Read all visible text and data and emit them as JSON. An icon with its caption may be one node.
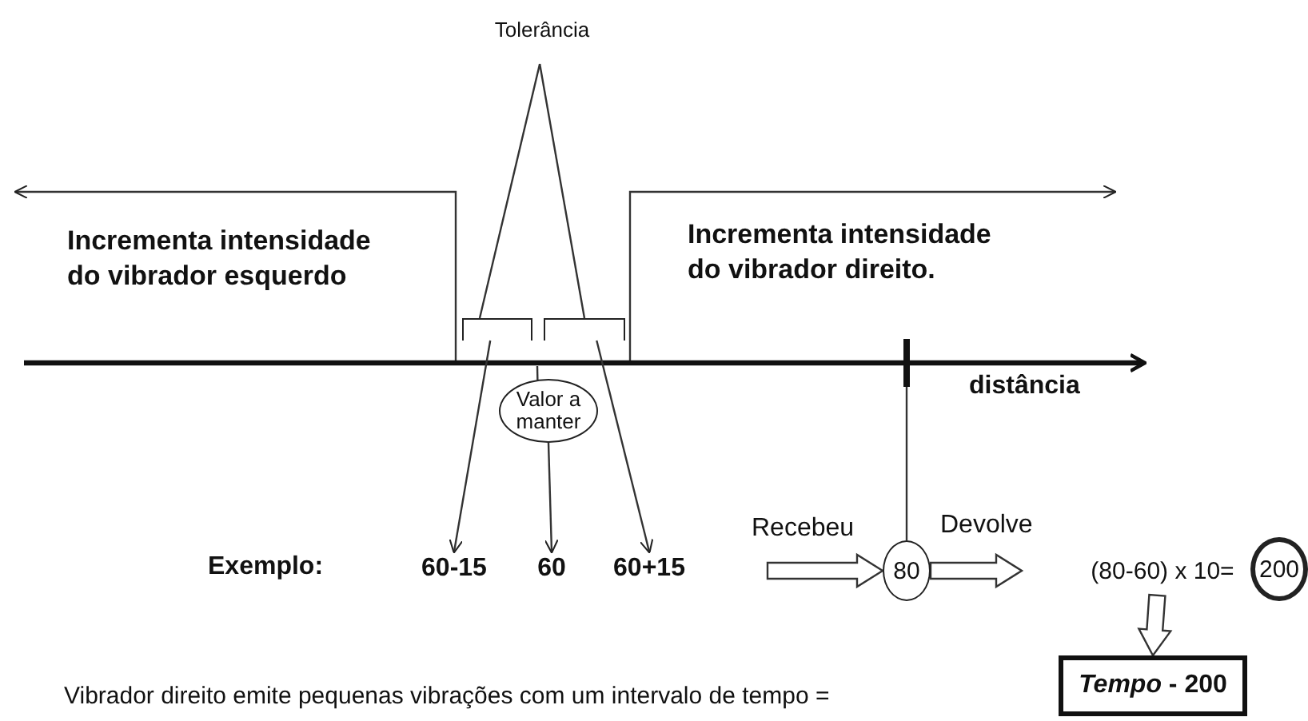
{
  "diagram": {
    "nodes": [
      {
        "text": [
          "Tolerância"
        ]
      },
      {
        "text": [],
        "shape": "bracket"
      },
      {
        "text": [],
        "shape": "bracket"
      },
      {
        "text": [
          "Valor a manter"
        ]
      },
      {
        "text": [
          "60-15"
        ]
      },
      {
        "text": [
          "60"
        ]
      },
      {
        "text": [
          "60+15"
        ]
      },
      {
        "text": [],
        "shape": "bar"
      },
      {
        "text": [
          "80"
        ]
      },
      {
        "text": [
          "(80-60) x 10="
        ]
      },
      {
        "text": [
          "200"
        ]
      },
      {
        "text": [
          "*Tempo* - 200"
        ]
      }
    ],
    "edges": [
      {
        "from": 0,
        "to": 1,
        "arrow": "none"
      },
      {
        "from": 0,
        "to": 2,
        "arrow": "none"
      },
      {
        "from": 1,
        "to": 4,
        "arrow": "to"
      },
      {
        "from": 2,
        "to": 6,
        "arrow": "to"
      },
      {
        "from": null,
        "to": 3,
        "arrow": "none"
      },
      {
        "from": 3,
        "to": 5,
        "arrow": "to"
      },
      {
        "from": 7,
        "to": 8,
        "arrow": "none"
      },
      {
        "from": null,
        "to": 8,
        "arrow": "to",
        "label": "Recebeu",
        "style": "thick"
      },
      {
        "from": 8,
        "to": 9,
        "arrow": "to",
        "label": "Devolve",
        "style": "thick"
      },
      {
        "from": 9,
        "to": 11,
        "arrow": "to",
        "style": "thick"
      }
    ],
    "labels": [
      "Incrementa intensidade do vibrador esquerdo",
      "Incrementa intensidade do vibrador direito.",
      "distância",
      "Exemplo:",
      "Vibrador direito emite pequenas vibrações com um intervalo de tempo ="
    ]
  }
}
